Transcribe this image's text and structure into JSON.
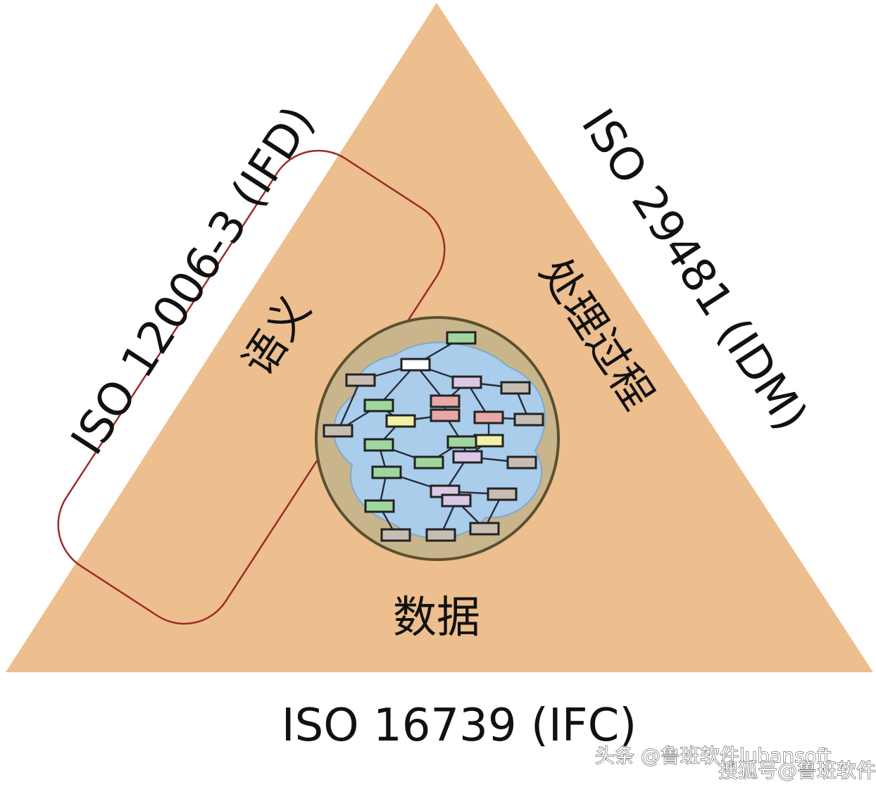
{
  "labels": {
    "left_iso": "ISO 12006-3 (IFD)",
    "left_cn": "语义",
    "right_iso": "ISO 29481 (IDM)",
    "right_cn": "处理过程",
    "center_cn": "数据",
    "bottom_iso": "ISO 16739 (IFC)"
  },
  "watermarks": {
    "toutiao": "头条 @鲁班软件lubansoft",
    "sohu": "搜狐号@鲁班软件"
  },
  "colors": {
    "triangle_fill": "#EDBE8E",
    "highlight_border": "#9B2B2B",
    "circle_fill": "#C9B58C",
    "network_fill": "#A9CDEB",
    "node_green": "#9FD69E",
    "node_yellow": "#F2F0A5",
    "node_pink": "#E8A8A8",
    "node_lavender": "#D9C8E6",
    "node_gray": "#C7BDB2",
    "node_dark": "#2B2B3C"
  }
}
